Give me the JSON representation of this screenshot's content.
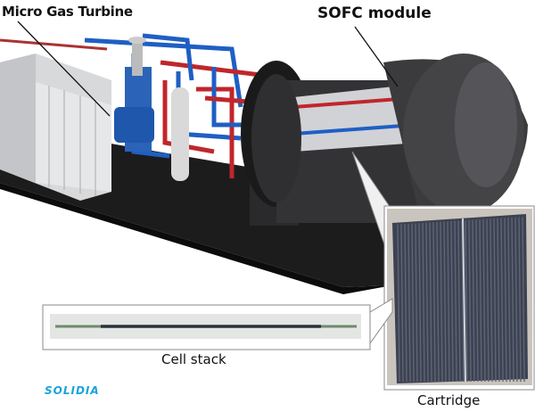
{
  "labels": {
    "micro_gas_turbine": "Micro Gas Turbine",
    "sofc_module": "SOFC module",
    "cell_stack": "Cell stack",
    "cartridge": "Cartridge"
  },
  "logo": {
    "text": "SOLIDIA",
    "color": "#1aa3dc"
  },
  "colors": {
    "pipe_blue": "#1f5fc4",
    "pipe_red": "#c0262b",
    "vessel": "#3b3b3d",
    "platform": "#1c1c1c"
  }
}
